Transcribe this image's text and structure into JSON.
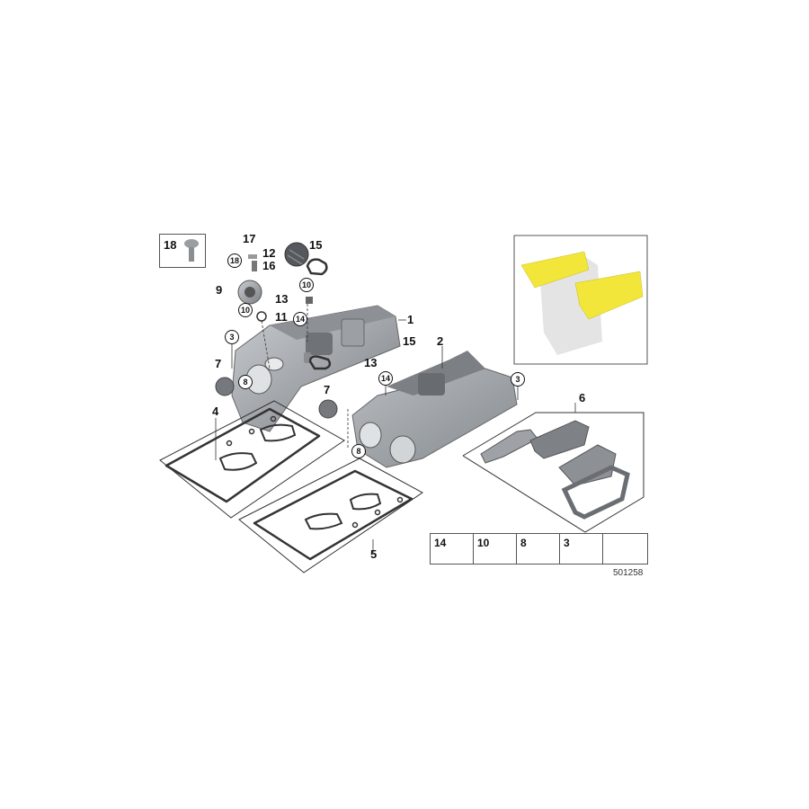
{
  "diagram": {
    "id_code": "501258",
    "callouts": {
      "c1": "1",
      "c2": "2",
      "c3a": "3",
      "c3b": "3",
      "c4": "4",
      "c5": "5",
      "c6": "6",
      "c7a": "7",
      "c7b": "7",
      "c8a": "8",
      "c8b": "8",
      "c9": "9",
      "c10a": "10",
      "c10b": "10",
      "c11": "11",
      "c12": "12",
      "c13a": "13",
      "c13b": "13",
      "c14a": "14",
      "c14b": "14",
      "c15a": "15",
      "c15b": "15",
      "c16": "16",
      "c17": "17",
      "c18box": "18",
      "c18circ": "18"
    },
    "legend": [
      {
        "num": "14",
        "icon": "o-ring"
      },
      {
        "num": "10",
        "icon": "bolt"
      },
      {
        "num": "8",
        "icon": "clip"
      },
      {
        "num": "3",
        "icon": "bolt-long"
      },
      {
        "num": "",
        "icon": "direction-arrow"
      }
    ],
    "inset": {
      "highlight_color": "#f2e63a",
      "engine_color": "#e4e4e4"
    },
    "colors": {
      "part": "#a9adb1",
      "part_dark": "#6c7075",
      "line": "#222222"
    }
  }
}
